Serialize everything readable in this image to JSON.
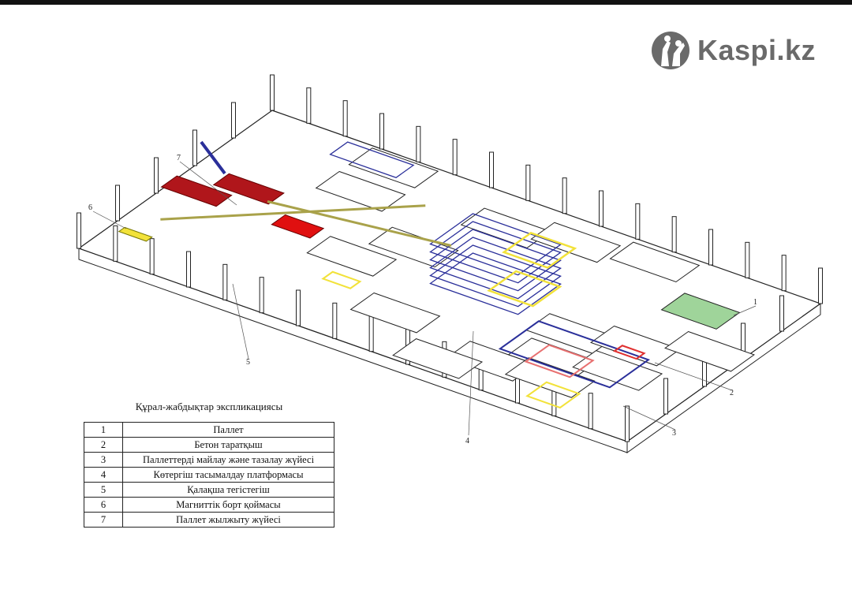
{
  "logo": {
    "text": "Kaspi.kz",
    "icon": "kaspi-logo-icon"
  },
  "diagram": {
    "callouts": [
      "1",
      "2",
      "3",
      "4",
      "5",
      "6",
      "7"
    ],
    "colors": {
      "red": "#b0161b",
      "blue": "#2a2f9a",
      "yellow": "#f2e23a",
      "green": "#9fd49a",
      "floor": "#ffffff",
      "line": "#222222"
    }
  },
  "legend": {
    "title": "Құрал-жабдықтар экспликациясы",
    "rows": [
      {
        "num": "1",
        "label": "Паллет"
      },
      {
        "num": "2",
        "label": "Бетон таратқыш"
      },
      {
        "num": "3",
        "label": "Паллеттерді майлау және тазалау жүйесі"
      },
      {
        "num": "4",
        "label": "Көтергіш тасымалдау платформасы"
      },
      {
        "num": "5",
        "label": "Қалақша тегістегіш"
      },
      {
        "num": "6",
        "label": "Магниттік борт қоймасы"
      },
      {
        "num": "7",
        "label": "Паллет жылжыту жүйесі"
      }
    ]
  }
}
